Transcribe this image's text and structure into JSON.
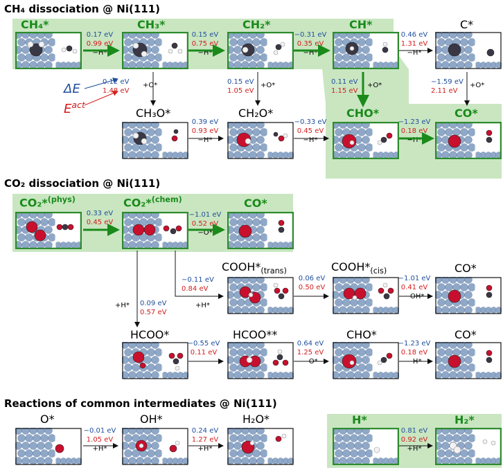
{
  "titles": {
    "ch4": "CH₄ dissociation @ Ni(111)",
    "co2": "CO₂ dissociation @ Ni(111)",
    "common": "Reactions of common intermediates @ Ni(111)"
  },
  "legend": {
    "de": "ΔE",
    "ea_base": "E",
    "ea_sup": "act"
  },
  "species": {
    "ch4": "CH₄*",
    "ch3": "CH₃*",
    "ch2": "CH₂*",
    "ch": "CH*",
    "c": "C*",
    "ch3o": "CH₃O*",
    "ch2o": "CH₂O*",
    "cho": "CHO*",
    "co": "CO*",
    "co2_base": "CO₂*",
    "co2_phys": "(phys)",
    "co2_chem": "(chem)",
    "co_a": "CO*",
    "cooh_trans_base": "COOH*",
    "cooh_trans_sub": "(trans)",
    "cooh_cis_base": "COOH*",
    "cooh_cis_sub": "(cis)",
    "co_b": "CO*",
    "hcoo": "HCOO*",
    "hcoo2": "HCOO**",
    "cho_b": "CHO*",
    "co_c": "CO*",
    "o": "O*",
    "oh": "OH*",
    "h2o": "H₂O*",
    "h": "H*",
    "h2": "H₂*"
  },
  "reactions": {
    "r1": {
      "de": "0.17 eV",
      "ea": "0.99 eV",
      "rc": "−H*"
    },
    "r2": {
      "de": "0.15 eV",
      "ea": "0.75 eV",
      "rc": "−H*"
    },
    "r3": {
      "de": "−0.31 eV",
      "ea": "0.35 eV",
      "rc": "−H*"
    },
    "r4": {
      "de": "0.46 eV",
      "ea": "1.31 eV",
      "rc": "−H*"
    },
    "r5": {
      "de": "0.12 eV",
      "ea": "1.48 eV",
      "rc": "+O*"
    },
    "r6": {
      "de": "0.15 eV",
      "ea": "1.05 eV",
      "rc": "+O*"
    },
    "r7": {
      "de": "0.11 eV",
      "ea": "1.15 eV",
      "rc": "+O*"
    },
    "r8": {
      "de": "−1.59 eV",
      "ea": "2.11 eV",
      "rc": "+O*"
    },
    "r9": {
      "de": "0.39 eV",
      "ea": "0.93 eV",
      "rc": "−H*"
    },
    "r10": {
      "de": "−0.33 eV",
      "ea": "0.45 eV",
      "rc": "−H*"
    },
    "r11": {
      "de": "−1.23 eV",
      "ea": "0.18 eV",
      "rc": "−H*"
    },
    "r12": {
      "de": "0.33 eV",
      "ea": "0.45 eV",
      "rc": ""
    },
    "r13": {
      "de": "−1.01 eV",
      "ea": "0.52 eV",
      "rc": "−O*"
    },
    "r14": {
      "de": "−0.11 eV",
      "ea": "0.84 eV",
      "rc": "+H*"
    },
    "r15": {
      "de": "0.06 eV",
      "ea": "0.50 eV",
      "rc": ""
    },
    "r16": {
      "de": "−1.01 eV",
      "ea": "0.41 eV",
      "rc": "−OH*"
    },
    "r17": {
      "de": "0.09 eV",
      "ea": "0.57 eV",
      "rc": "+H*"
    },
    "r18": {
      "de": "−0.55 eV",
      "ea": "0.11 eV",
      "rc": ""
    },
    "r19": {
      "de": "0.64 eV",
      "ea": "1.25 eV",
      "rc": "−O*"
    },
    "r20": {
      "de": "−1.23 eV",
      "ea": "0.18 eV",
      "rc": "−H*"
    },
    "r21": {
      "de": "−0.01 eV",
      "ea": "1.05 eV",
      "rc": "+H*"
    },
    "r22": {
      "de": "0.24 eV",
      "ea": "1.27 eV",
      "rc": "+H*"
    },
    "r23": {
      "de": "0.81 eV",
      "ea": "0.92 eV",
      "rc": "+H*"
    }
  },
  "colors": {
    "highlight_bg": "#c9e6c1",
    "highlight_border": "#2e8b2e",
    "de": "#1f4e9c",
    "ea": "#d41c1c",
    "ni": "#8fa8c8",
    "c": "#3b3845",
    "o": "#c8102e",
    "h": "#f2f2f2"
  }
}
